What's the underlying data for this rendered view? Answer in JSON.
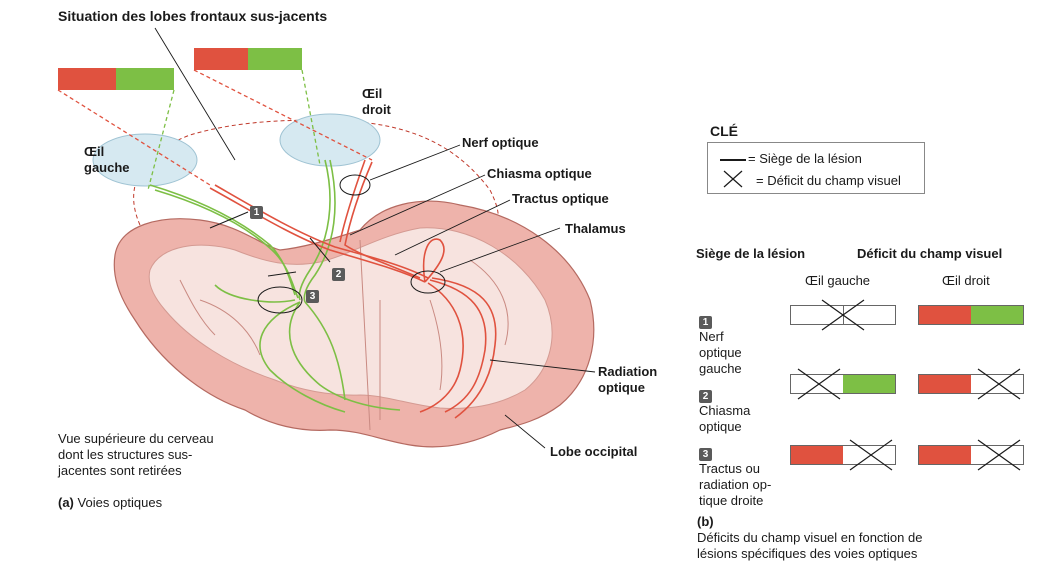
{
  "panel_a": {
    "title": "Situation des lobes frontaux sus-jacents",
    "eye_left": "Œil\ngauche",
    "eye_right": "Œil\ndroit",
    "labels": {
      "optic_nerve": "Nerf optique",
      "chiasm": "Chiasma optique",
      "tract": "Tractus optique",
      "thalamus": "Thalamus",
      "radiation": "Radiation\noptique",
      "occipital": "Lobe occipital"
    },
    "numbers": [
      "1",
      "2",
      "3"
    ],
    "note": "Vue supérieure du cerveau\ndont les structures sus-\njacentes sont retirées",
    "caption_letter": "(a)",
    "caption_text": "Voies optiques"
  },
  "panel_b": {
    "key_title": "CLÉ",
    "key_line": "= Siège de la lésion",
    "key_cross": "= Déficit du champ visuel",
    "col_site": "Siège de la lésion",
    "col_deficit": "Déficit du champ visuel",
    "col_left_eye": "Œil gauche",
    "col_right_eye": "Œil droit",
    "rows": [
      {
        "num": "1",
        "label": "Nerf\noptique\ngauche"
      },
      {
        "num": "2",
        "label": "Chiasma\noptique"
      },
      {
        "num": "3",
        "label": "Tractus ou\nradiation op-\ntique droite"
      }
    ],
    "caption_letter": "(b)",
    "caption_text": "Déficits du champ visuel en fonction de\nlésions spécifiques des voies optiques"
  },
  "colors": {
    "red": "#e0523f",
    "green": "#7dbf45",
    "cortex": "#eeb3ab",
    "white_matter": "#f7e3df",
    "eye": "#d6e9f1"
  }
}
